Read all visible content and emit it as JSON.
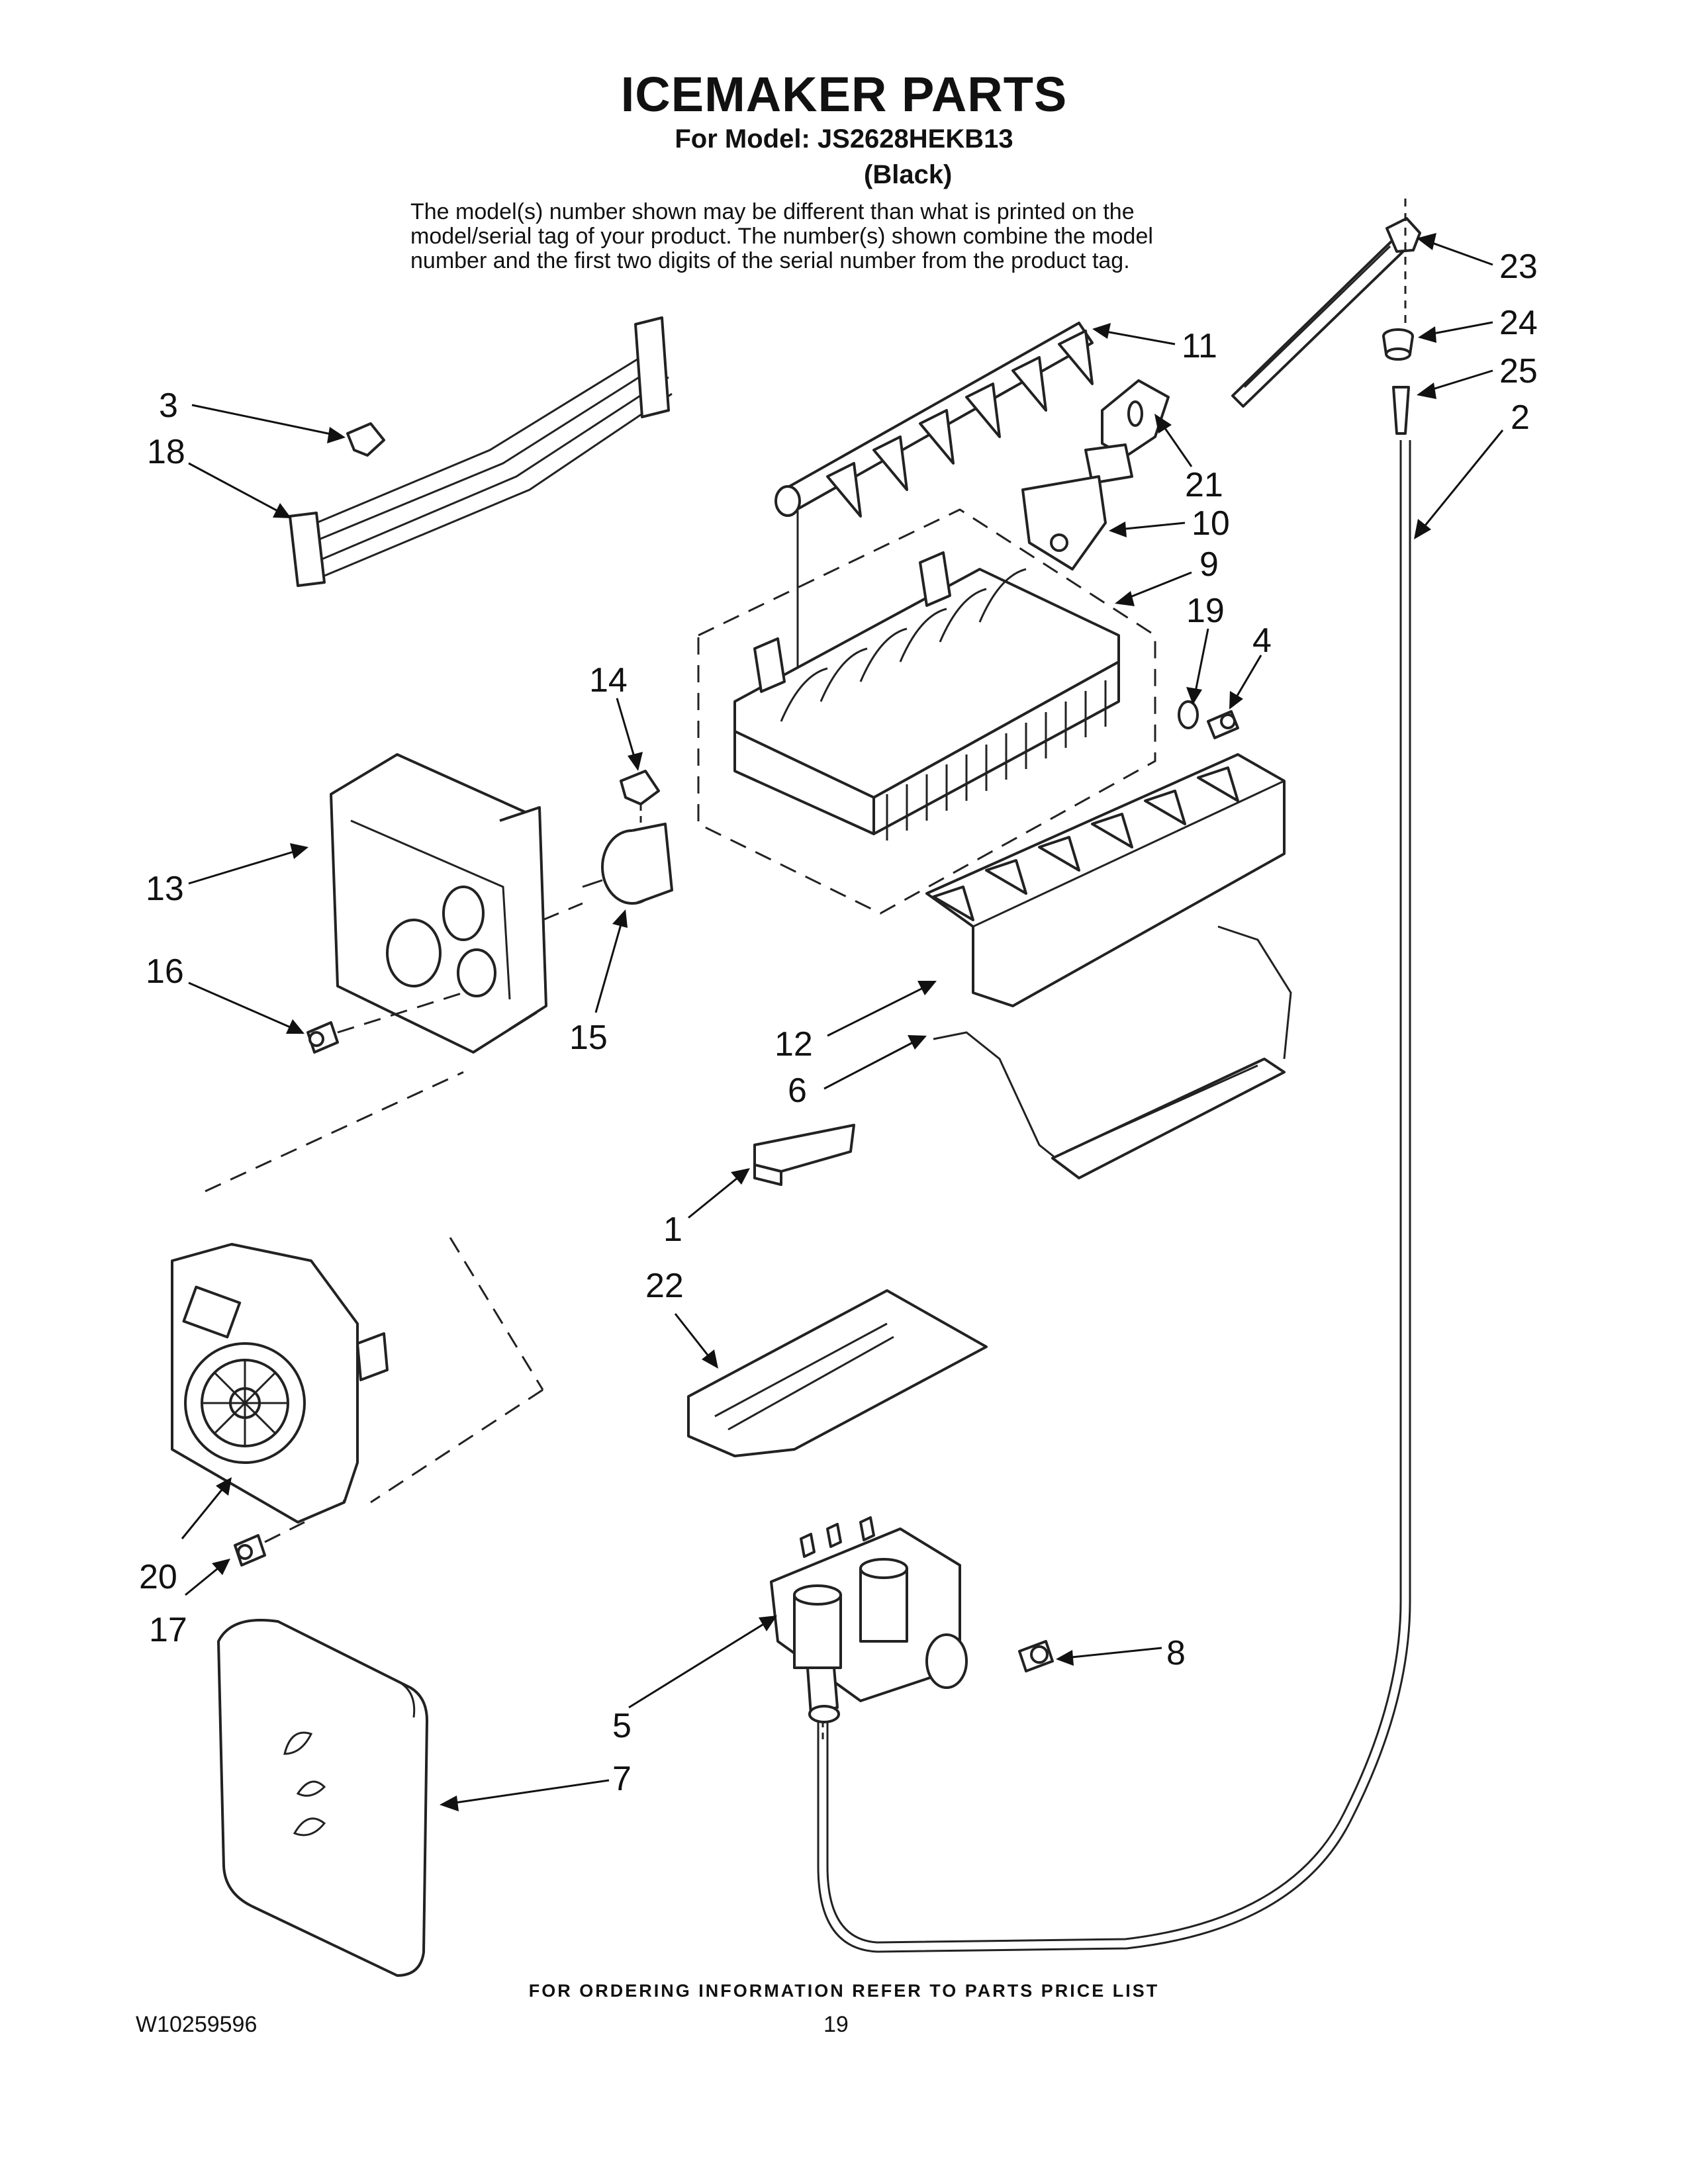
{
  "header": {
    "title": "ICEMAKER PARTS",
    "model_line": "For Model: JS2628HEKB13",
    "color_line": "(Black)",
    "disclaimer_lines": [
      "The model(s) number shown may be different than what is printed on the",
      "model/serial tag of your product. The number(s) shown combine the model",
      "number and the first two digits of the serial number from the product tag."
    ]
  },
  "callouts": [
    {
      "id": "c23",
      "label": "23"
    },
    {
      "id": "c24",
      "label": "24"
    },
    {
      "id": "c25",
      "label": "25"
    },
    {
      "id": "c2",
      "label": "2"
    },
    {
      "id": "c11",
      "label": "11"
    },
    {
      "id": "c21",
      "label": "21"
    },
    {
      "id": "c10",
      "label": "10"
    },
    {
      "id": "c9",
      "label": "9"
    },
    {
      "id": "c19",
      "label": "19"
    },
    {
      "id": "c4",
      "label": "4"
    },
    {
      "id": "c3",
      "label": "3"
    },
    {
      "id": "c18",
      "label": "18"
    },
    {
      "id": "c14",
      "label": "14"
    },
    {
      "id": "c13",
      "label": "13"
    },
    {
      "id": "c16",
      "label": "16"
    },
    {
      "id": "c15",
      "label": "15"
    },
    {
      "id": "c12",
      "label": "12"
    },
    {
      "id": "c6",
      "label": "6"
    },
    {
      "id": "c1",
      "label": "1"
    },
    {
      "id": "c22",
      "label": "22"
    },
    {
      "id": "c20",
      "label": "20"
    },
    {
      "id": "c17",
      "label": "17"
    },
    {
      "id": "c8",
      "label": "8"
    },
    {
      "id": "c5",
      "label": "5"
    },
    {
      "id": "c7",
      "label": "7"
    }
  ],
  "footer": {
    "ordering_info": "FOR ORDERING INFORMATION REFER TO PARTS PRICE LIST",
    "document_number": "W10259596",
    "page_number": "19"
  }
}
